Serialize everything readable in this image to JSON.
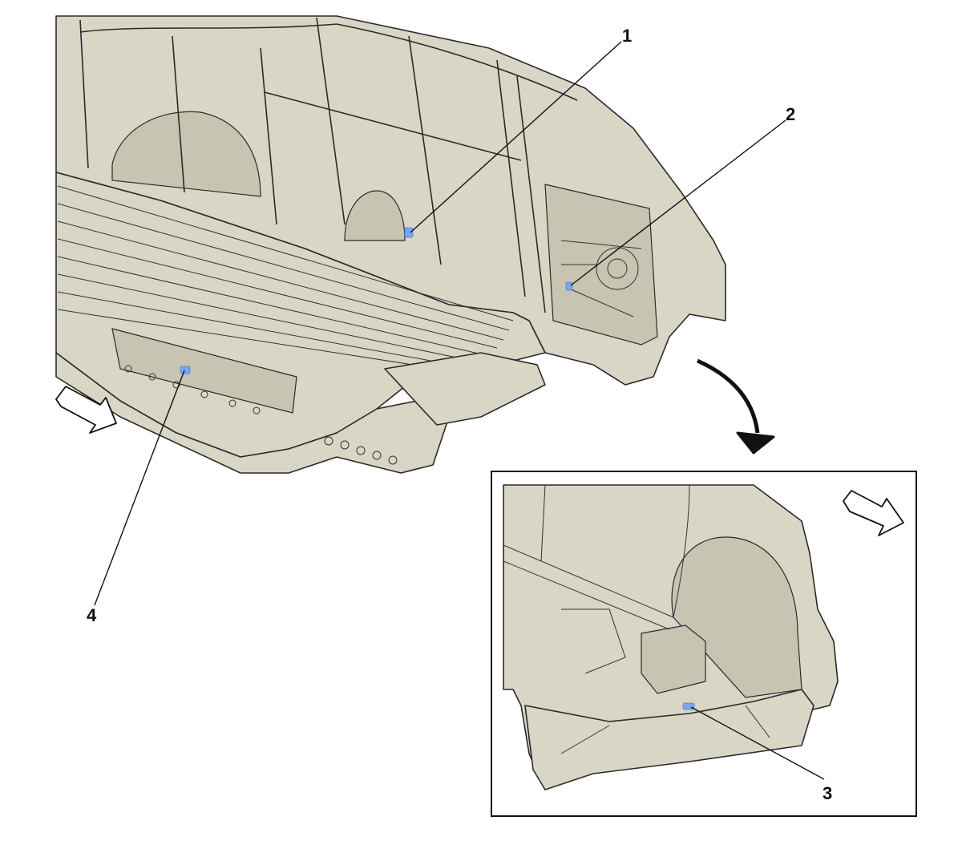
{
  "callouts": [
    {
      "id": "1",
      "label": "1"
    },
    {
      "id": "2",
      "label": "2"
    },
    {
      "id": "3",
      "label": "3"
    },
    {
      "id": "4",
      "label": "4"
    }
  ],
  "colors": {
    "body_fill": "#d9d6c6",
    "body_shade": "#c8c4b2",
    "line": "#2a2a2a",
    "marker": "#7da6ef"
  },
  "icons": [
    "forward-direction-arrow-icon",
    "curved-view-arrow-icon"
  ]
}
